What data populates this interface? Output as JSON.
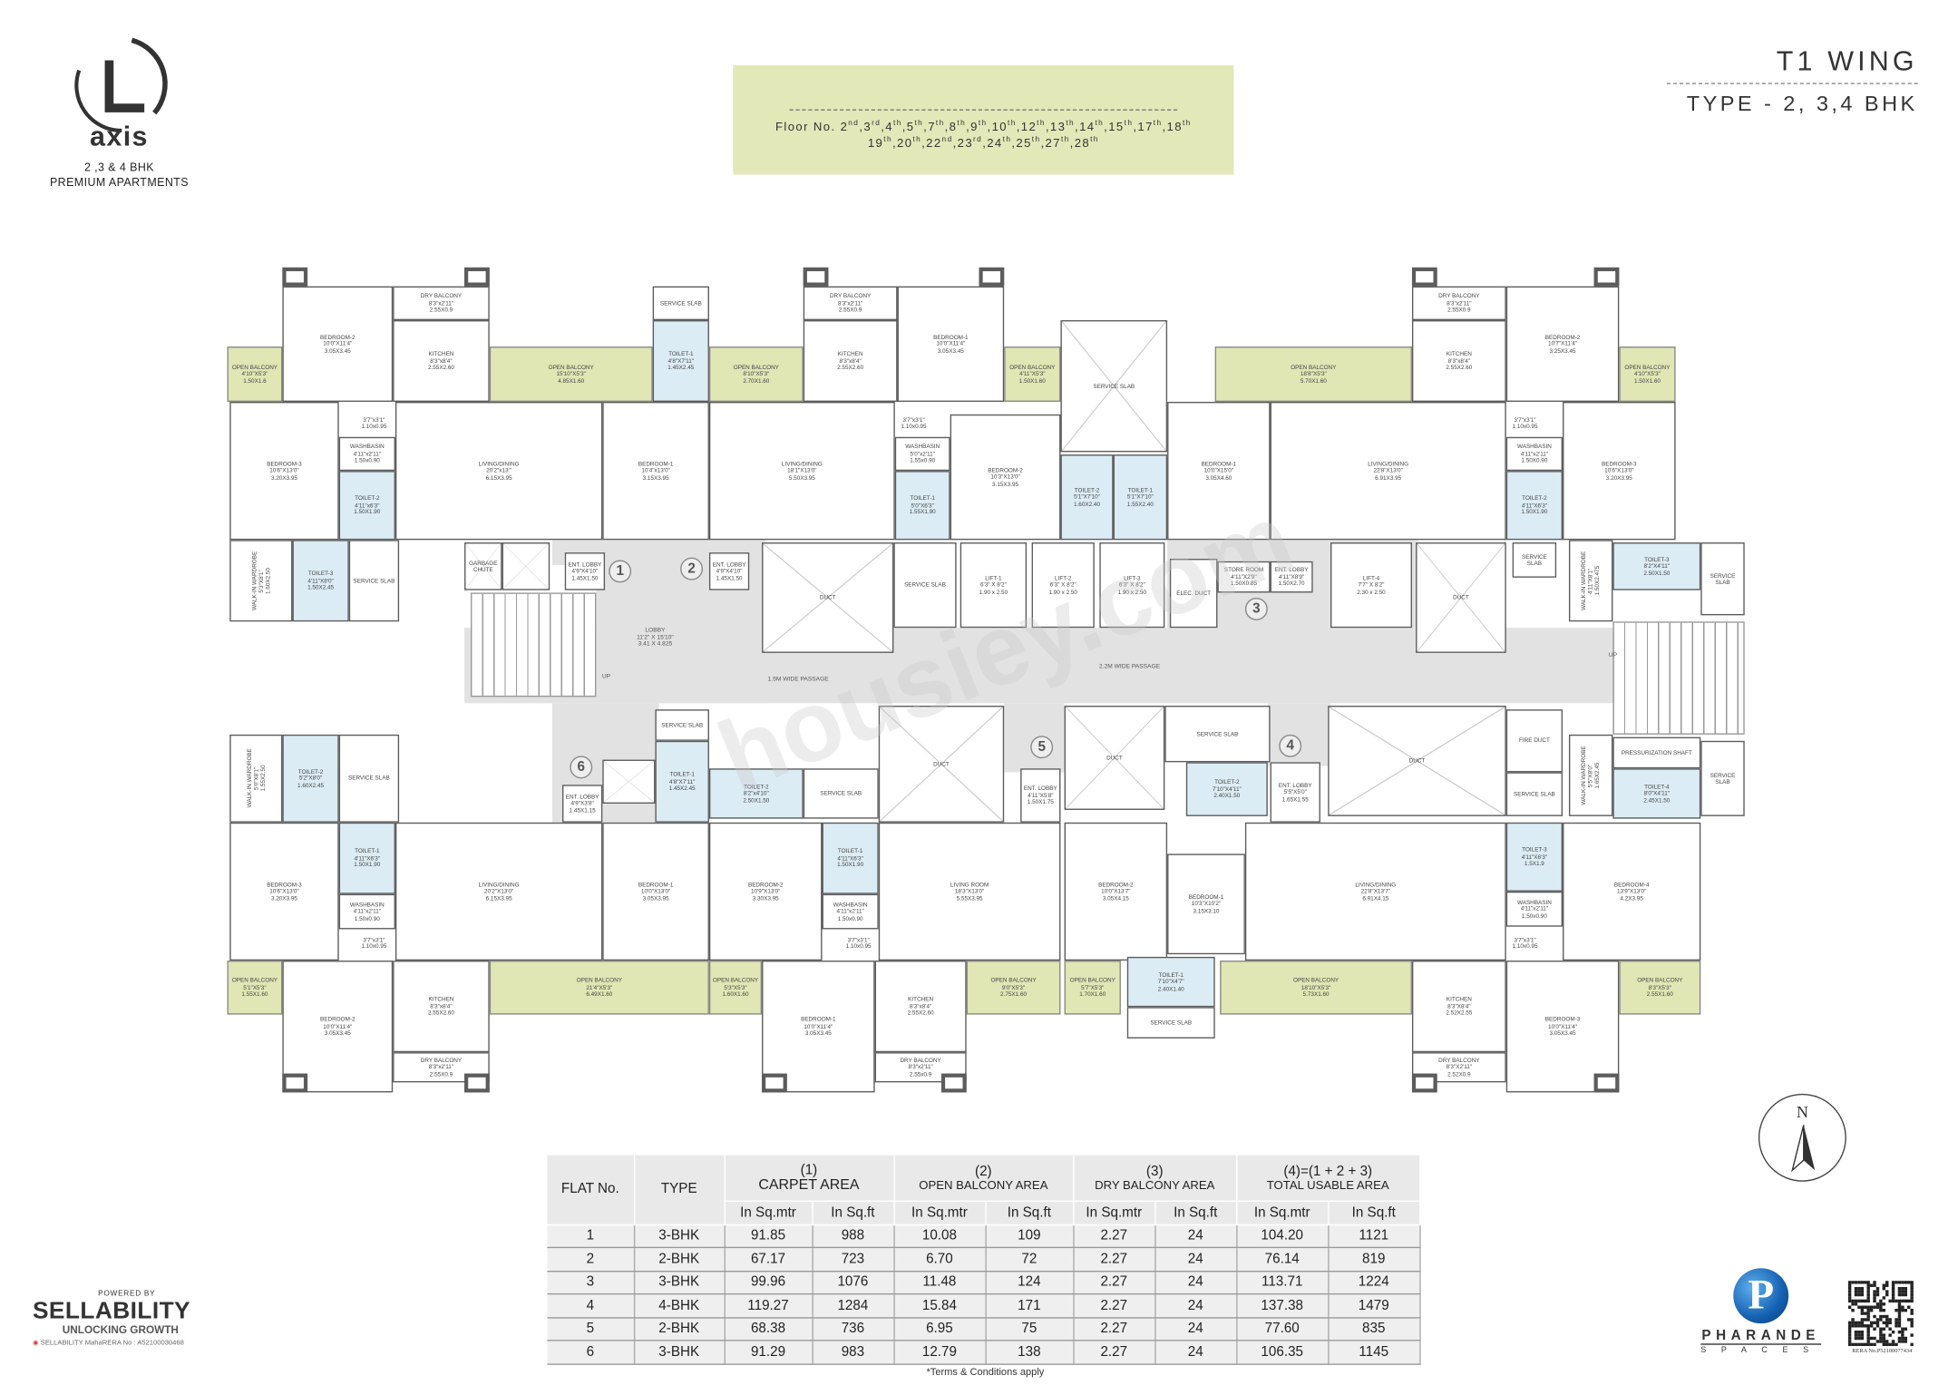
{
  "brand": {
    "logo_letter": "L",
    "logo_word": "axis",
    "tagline_1": "2 ,3 & 4 BHK",
    "tagline_2": "PREMIUM APARTMENTS"
  },
  "floors": {
    "prefix": "Floor No.",
    "line1": [
      [
        "2",
        "nd"
      ],
      [
        "3",
        "rd"
      ],
      [
        "4",
        "th"
      ],
      [
        "5",
        "th"
      ],
      [
        "7",
        "th"
      ],
      [
        "8",
        "th"
      ],
      [
        "9",
        "th"
      ],
      [
        "10",
        "th"
      ],
      [
        "12",
        "th"
      ],
      [
        "13",
        "th"
      ],
      [
        "14",
        "th"
      ],
      [
        "15",
        "th"
      ],
      [
        "17",
        "th"
      ],
      [
        "18",
        "th"
      ]
    ],
    "line2": [
      [
        "19",
        "th"
      ],
      [
        "20",
        "th"
      ],
      [
        "22",
        "nd"
      ],
      [
        "23",
        "rd"
      ],
      [
        "24",
        "th"
      ],
      [
        "25",
        "th"
      ],
      [
        "27",
        "th"
      ],
      [
        "28",
        "th"
      ]
    ]
  },
  "wing": {
    "title": "T1 WING",
    "type": "TYPE - 2, 3,4 BHK"
  },
  "colors": {
    "balcony": "#e0e6b4",
    "toilet": "#dcecf5",
    "wall": "#5c5c5c",
    "common_area": "#e2e2e2",
    "header_box": "#e3e8b8"
  },
  "plan": {
    "watermark": "housiey.com",
    "flat_numbers": [
      "1",
      "2",
      "3",
      "4",
      "5",
      "6"
    ],
    "labels": {
      "lobby": [
        "LOBBY",
        "11'2\" X 15'10\"",
        "3.41 X 4.825"
      ],
      "up_left": "UP",
      "up_right": "UP",
      "passage_1": "1.5M WIDE PASSAGE",
      "passage_2": "2.2M WIDE PASSAGE"
    },
    "rooms": [
      {
        "n": "BEDROOM-2",
        "d": [
          "10'0\"X11'4\"",
          "3.05X3.45"
        ],
        "k": "room"
      },
      {
        "n": "DRY BALCONY",
        "d": [
          "8'3\"x2'11\"",
          "2.55X0.9"
        ],
        "k": "room"
      },
      {
        "n": "KITCHEN",
        "d": [
          "8'3\"x8'4\"",
          "2.55X2.60"
        ],
        "k": "room"
      },
      {
        "n": "OPEN BALCONY",
        "d": [
          "4'10\"X5'3\"",
          "1.50X1.6"
        ],
        "k": "bal"
      },
      {
        "n": "OPEN BALCONY",
        "d": [
          "15'10\"X5'3\"",
          "4.85X1.60"
        ],
        "k": "bal"
      },
      {
        "n": "SERVICE SLAB",
        "d": [],
        "k": "room"
      },
      {
        "n": "TOILET-1",
        "d": [
          "4'8\"X7'11\"",
          "1.45X2.45"
        ],
        "k": "toilet"
      },
      {
        "n": "OPEN BALCONY",
        "d": [
          "8'10\"X5'3\"",
          "2.70X1.60"
        ],
        "k": "bal"
      },
      {
        "n": "DRY BALCONY",
        "d": [
          "8'3\"x2'11\"",
          "2.55X0.9"
        ],
        "k": "room"
      },
      {
        "n": "KITCHEN",
        "d": [
          "8'3\"x8'4\"",
          "2.55X2.60"
        ],
        "k": "room"
      },
      {
        "n": "BEDROOM-1",
        "d": [
          "10'0\"X11'4\"",
          "3.05X3.45"
        ],
        "k": "room"
      },
      {
        "n": "OPEN BALCONY",
        "d": [
          "4'11\"X5'3\"",
          "1.50X1.60"
        ],
        "k": "bal"
      },
      {
        "n": "SERVICE SLAB",
        "d": [],
        "k": "shaft"
      },
      {
        "n": "OPEN BALCONY",
        "d": [
          "18'8\"X5'3\"",
          "5.70X1.60"
        ],
        "k": "bal"
      },
      {
        "n": "DRY BALCONY",
        "d": [
          "8'3\"x2'11\"",
          "2.55X0.9"
        ],
        "k": "room"
      },
      {
        "n": "KITCHEN",
        "d": [
          "8'3\"x8'4\"",
          "2.55X2.60"
        ],
        "k": "room"
      },
      {
        "n": "BEDROOM-2",
        "d": [
          "10'7\"X11'4\"",
          "3.25X3.45"
        ],
        "k": "room"
      },
      {
        "n": "OPEN BALCONY",
        "d": [
          "4'10\"X5'3\"",
          "1.50X1.60"
        ],
        "k": "bal"
      },
      {
        "n": "BEDROOM-3",
        "d": [
          "10'6\"X13'0\"",
          "3.20X3.95"
        ],
        "k": "room"
      },
      {
        "n": "WASHBASIN",
        "d": [
          "4'11\"x2'11\"",
          "1.50x0.90"
        ],
        "k": "room"
      },
      {
        "n": "TOILET-2",
        "d": [
          "4'11\"x6'3\"",
          "1.50X1.90"
        ],
        "k": "toilet"
      },
      {
        "n": "LIVING/DINING",
        "d": [
          "20'2\"x13'\"",
          "6.15X3.95"
        ],
        "k": "room"
      },
      {
        "n": "BEDROOM-1",
        "d": [
          "10'4\"x13'0\"",
          "3.15X3.95"
        ],
        "k": "room"
      },
      {
        "n": "LIVING/DINING",
        "d": [
          "18'1\"X13'0\"",
          "5.50X3.95"
        ],
        "k": "room"
      },
      {
        "n": "WASHBASIN",
        "d": [
          "5'0\"x2'11\"",
          "1.55x0.90"
        ],
        "k": "room"
      },
      {
        "n": "TOILET-1",
        "d": [
          "5'0\"X6'3\"",
          "1.55X1.90"
        ],
        "k": "toilet"
      },
      {
        "n": "BEDROOM-2",
        "d": [
          "10'3\"X13'0\"",
          "3.15X3.95"
        ],
        "k": "room"
      },
      {
        "n": "TOILET-2",
        "d": [
          "5'1\"X7'10\"",
          "1.60X2.40"
        ],
        "k": "toilet"
      },
      {
        "n": "TOILET-1",
        "d": [
          "5'1\"X7'10\"",
          "1.55X2.40"
        ],
        "k": "toilet"
      },
      {
        "n": "BEDROOM-1",
        "d": [
          "10'0\"X15'0\"",
          "3.05X4.60"
        ],
        "k": "room"
      },
      {
        "n": "LIVING/DINING",
        "d": [
          "22'8\"X13'0\"",
          "6.91X3.95"
        ],
        "k": "room"
      },
      {
        "n": "WASHBASIN",
        "d": [
          "4'11\"x2'11\"",
          "1.50X0.90"
        ],
        "k": "room"
      },
      {
        "n": "TOILET-2",
        "d": [
          "4'11\"X6'3\"",
          "1.50X1.90"
        ],
        "k": "toilet"
      },
      {
        "n": "BEDROOM-3",
        "d": [
          "10'6\"X13'0\"",
          "3.20X3.95"
        ],
        "k": "room"
      },
      {
        "n": "WALK-IN WARDROBE",
        "d": [
          "5'3\"X8'1\"",
          "1.60X2.50"
        ],
        "k": "vert"
      },
      {
        "n": "TOILET-3",
        "d": [
          "4'11\"X8'0\"",
          "1.50X2.45"
        ],
        "k": "toilet"
      },
      {
        "n": "SERVICE SLAB",
        "d": [],
        "k": "room"
      },
      {
        "n": "GARBAGE CHUTE",
        "d": [],
        "k": "shaft"
      },
      {
        "n": "ENT. LOBBY",
        "d": [
          "4'9\"X4'10\"",
          "1.45X1.50"
        ],
        "k": "room"
      },
      {
        "n": "ENT. LOBBY",
        "d": [
          "4'9\"X4'10\"",
          "1.45X1.50"
        ],
        "k": "room"
      },
      {
        "n": "DUCT",
        "d": [],
        "k": "shaft"
      },
      {
        "n": "SERVICE SLAB",
        "d": [],
        "k": "room"
      },
      {
        "n": "LIFT-1",
        "d": [
          "6'3\" X 8'2\"",
          "1.90 x 2.50"
        ],
        "k": "room"
      },
      {
        "n": "LIFT-2",
        "d": [
          "6'3\" X 8'2\"",
          "1.90 x 2.50"
        ],
        "k": "room"
      },
      {
        "n": "LIFT-3",
        "d": [
          "6'3\" X 8'2\"",
          "1.90 x 2.50"
        ],
        "k": "room"
      },
      {
        "n": "ELEC. DUCT",
        "d": [],
        "k": "room"
      },
      {
        "n": "STORE ROOM",
        "d": [
          "4'11\"X2'9\"",
          "1.50X0.85"
        ],
        "k": "room"
      },
      {
        "n": "ENT. LOBBY",
        "d": [
          "4'11\"X8'9\"",
          "1.50X2.70"
        ],
        "k": "room"
      },
      {
        "n": "LIFT-4",
        "d": [
          "7'7\" X 8'2\"",
          "2.30 x 2.50"
        ],
        "k": "room"
      },
      {
        "n": "DUCT",
        "d": [],
        "k": "shaft"
      },
      {
        "n": "SERVICE SLAB",
        "d": [],
        "k": "room"
      },
      {
        "n": "WALK-IN WARDROBE",
        "d": [
          "4'11\"X8'1\"",
          "1.50X2.475"
        ],
        "k": "vert"
      },
      {
        "n": "TOILET-3",
        "d": [
          "8'2\"X4'11\"",
          "2.50X1.50"
        ],
        "k": "toilet"
      },
      {
        "n": "SERVICE SLAB",
        "d": [],
        "k": "room"
      },
      {
        "n": "WALK-IN WARDROBE",
        "d": [
          "5'0\"X8'1\"",
          "1.55X2.50"
        ],
        "k": "vert"
      },
      {
        "n": "TOILET-2",
        "d": [
          "5'2\"X8'0\"",
          "1.60X2.45"
        ],
        "k": "toilet"
      },
      {
        "n": "SERVICE SLAB",
        "d": [],
        "k": "room"
      },
      {
        "n": "ENT. LOBBY",
        "d": [
          "4'9\"X3'8\"",
          "1.45X1.15"
        ],
        "k": "room"
      },
      {
        "n": "SERVICE SLAB",
        "d": [],
        "k": "room"
      },
      {
        "n": "TOILET-1",
        "d": [
          "4'8\"X7'11\"",
          "1.45X2.45"
        ],
        "k": "toilet"
      },
      {
        "n": "TOILET-2",
        "d": [
          "8'2\"x4'10\"",
          "2.50X1.50"
        ],
        "k": "toilet"
      },
      {
        "n": "SERVICE SLAB",
        "d": [],
        "k": "room"
      },
      {
        "n": "DUCT",
        "d": [],
        "k": "shaft"
      },
      {
        "n": "ENT. LOBBY",
        "d": [
          "4'11\"X5'8\"",
          "1.50X1.75"
        ],
        "k": "room"
      },
      {
        "n": "DUCT",
        "d": [],
        "k": "shaft"
      },
      {
        "n": "SERVICE SLAB",
        "d": [],
        "k": "room"
      },
      {
        "n": "TOILET-2",
        "d": [
          "7'10\"X4'11\"",
          "2.40X1.50"
        ],
        "k": "toilet"
      },
      {
        "n": "ENT. LOBBY",
        "d": [
          "5'5\"X5'0\"",
          "1.65X1.55"
        ],
        "k": "room"
      },
      {
        "n": "DUCT",
        "d": [],
        "k": "shaft"
      },
      {
        "n": "FIRE DUCT",
        "d": [],
        "k": "room"
      },
      {
        "n": "SERVICE SLAB",
        "d": [],
        "k": "room"
      },
      {
        "n": "WALK-IN WARDROBE",
        "d": [
          "5'5\"X8'0\"",
          "1.65X2.45"
        ],
        "k": "vert"
      },
      {
        "n": "PRESSURIZATION SHAFT",
        "d": [],
        "k": "room"
      },
      {
        "n": "TOILET-4",
        "d": [
          "8'0\"X4'11\"",
          "2.45X1.50"
        ],
        "k": "toilet"
      },
      {
        "n": "SERVICE SLAB",
        "d": [],
        "k": "room"
      },
      {
        "n": "BEDROOM-3",
        "d": [
          "10'6\"X13'0\"",
          "3.20X3.95"
        ],
        "k": "room"
      },
      {
        "n": "TOILET-1",
        "d": [
          "4'11\"X6'3\"",
          "1.50X1.90"
        ],
        "k": "toilet"
      },
      {
        "n": "WASHBASIN",
        "d": [
          "4'11\"x2'11\"",
          "1.50x0.90"
        ],
        "k": "room"
      },
      {
        "n": "LIVING/DINING",
        "d": [
          "20'2\"X13'0\"",
          "6.15X3.95"
        ],
        "k": "room"
      },
      {
        "n": "BEDROOM-1",
        "d": [
          "10'0\"X13'0\"",
          "3.05X3.95"
        ],
        "k": "room"
      },
      {
        "n": "BEDROOM-2",
        "d": [
          "10'9\"X13'0\"",
          "3.30X3.95"
        ],
        "k": "room"
      },
      {
        "n": "TOILET-1",
        "d": [
          "4'11\"X6'3\"",
          "1.50X1.90"
        ],
        "k": "toilet"
      },
      {
        "n": "WASHBASIN",
        "d": [
          "4'11\"x2'11\"",
          "1.50x0.90"
        ],
        "k": "room"
      },
      {
        "n": "LIVING ROOM",
        "d": [
          "18'3\"X13'0\"",
          "5.55X3.95"
        ],
        "k": "room"
      },
      {
        "n": "BEDROOM-2",
        "d": [
          "10'0\"X13'7\"",
          "3.05X4.15"
        ],
        "k": "room"
      },
      {
        "n": "BEDROOM-1",
        "d": [
          "10'3\"X10'2\"",
          "3.15X3.10"
        ],
        "k": "room"
      },
      {
        "n": "LIVING/DINING",
        "d": [
          "22'8\"X13'7\"",
          "6.91X4.15"
        ],
        "k": "room"
      },
      {
        "n": "TOILET-3",
        "d": [
          "4'11\"X6'3\"",
          "1.5X1.9"
        ],
        "k": "toilet"
      },
      {
        "n": "WASHBASIN",
        "d": [
          "4'11\"x2'11\"",
          "1.50x0.90"
        ],
        "k": "room"
      },
      {
        "n": "BEDROOM-4",
        "d": [
          "13'9\"X13'0\"",
          "4.2X3.95"
        ],
        "k": "room"
      },
      {
        "n": "OPEN BALCONY",
        "d": [
          "5'1\"X5'3\"",
          "1.55X1.60"
        ],
        "k": "bal"
      },
      {
        "n": "BEDROOM-2",
        "d": [
          "10'0\"X11'4\"",
          "3.05X3.45"
        ],
        "k": "room"
      },
      {
        "n": "KITCHEN",
        "d": [
          "8'3\"x8'4\"",
          "2.55X2.60"
        ],
        "k": "room"
      },
      {
        "n": "DRY BALCONY",
        "d": [
          "8'3\"x2'11\"",
          "2.55X0.9"
        ],
        "k": "room"
      },
      {
        "n": "OPEN BALCONY",
        "d": [
          "21'4\"X5'3\"",
          "6.49X1.60"
        ],
        "k": "bal"
      },
      {
        "n": "OPEN BALCONY",
        "d": [
          "5'3\"X5'3\"",
          "1.60X1.60"
        ],
        "k": "bal"
      },
      {
        "n": "BEDROOM-1",
        "d": [
          "10'0\"X11'4\"",
          "3.05X3.45"
        ],
        "k": "room"
      },
      {
        "n": "KITCHEN",
        "d": [
          "8'3\"x8'4\"",
          "2.55X2.60"
        ],
        "k": "room"
      },
      {
        "n": "DRY BALCONY",
        "d": [
          "8'3\"x2'11\"",
          "2.55x0.9"
        ],
        "k": "room"
      },
      {
        "n": "OPEN BALCONY",
        "d": [
          "9'0\"X5'3\"",
          "2.75X1.60"
        ],
        "k": "bal"
      },
      {
        "n": "OPEN BALCONY",
        "d": [
          "5'7\"X5'3\"",
          "1.70X1.60"
        ],
        "k": "bal"
      },
      {
        "n": "TOILET-1",
        "d": [
          "7'10\"X4'7\"",
          "2.40X1.40"
        ],
        "k": "toilet"
      },
      {
        "n": "SERVICE SLAB",
        "d": [],
        "k": "room"
      },
      {
        "n": "OPEN BALCONY",
        "d": [
          "18'10\"X5'3\"",
          "5.73X1.60"
        ],
        "k": "bal"
      },
      {
        "n": "KITCHEN",
        "d": [
          "8'3\"X8'4\"",
          "2.52X2.55"
        ],
        "k": "room"
      },
      {
        "n": "DRY BALCONY",
        "d": [
          "8'3\"X2'11\"",
          "2.52X0.9"
        ],
        "k": "room"
      },
      {
        "n": "BEDROOM-3",
        "d": [
          "10'0\"X11'4\"",
          "3.05X3.45"
        ],
        "k": "room"
      },
      {
        "n": "OPEN BALCONY",
        "d": [
          "8'3\"X5'3\"",
          "2.55X1.60"
        ],
        "k": "bal"
      },
      {
        "n": "3'7\"x3'1\"",
        "d": [
          "1.10x0.95"
        ],
        "k": "note"
      },
      {
        "n": "3'7\"x3'1\"",
        "d": [
          "1.10x0.95"
        ],
        "k": "note"
      },
      {
        "n": "3'7\"x3'1\"",
        "d": [
          "1.10x0.95"
        ],
        "k": "note"
      },
      {
        "n": "3'7\"x3'1\"",
        "d": [
          "1.10x0.95"
        ],
        "k": "note"
      },
      {
        "n": "3'7\"x3'1\"",
        "d": [
          "1.10x0.95"
        ],
        "k": "note"
      },
      {
        "n": "3'7\"x3'1\"",
        "d": [
          "1.10x0.95"
        ],
        "k": "note"
      }
    ]
  },
  "compass": {
    "label": "N"
  },
  "area_table": {
    "col_flat": "FLAT No.",
    "col_type": "TYPE",
    "groups": [
      {
        "num": "(1)",
        "label": "CARPET AREA"
      },
      {
        "num": "(2)",
        "label": "OPEN BALCONY AREA"
      },
      {
        "num": "(3)",
        "label": "DRY  BALCONY AREA"
      },
      {
        "num": "(4)=(1 + 2 + 3)",
        "label": "TOTAL USABLE AREA"
      }
    ],
    "units": [
      "In Sq.mtr",
      "In Sq.ft",
      "In Sq.mtr",
      "In Sq.ft",
      "In Sq.mtr",
      "In Sq.ft",
      "In Sq.mtr",
      "In Sq.ft"
    ],
    "rows": [
      [
        "1",
        "3-BHK",
        "91.85",
        "988",
        "10.08",
        "109",
        "2.27",
        "24",
        "104.20",
        "1121"
      ],
      [
        "2",
        "2-BHK",
        "67.17",
        "723",
        "6.70",
        "72",
        "2.27",
        "24",
        "76.14",
        "819"
      ],
      [
        "3",
        "3-BHK",
        "99.96",
        "1076",
        "11.48",
        "124",
        "2.27",
        "24",
        "113.71",
        "1224"
      ],
      [
        "4",
        "4-BHK",
        "119.27",
        "1284",
        "15.84",
        "171",
        "2.27",
        "24",
        "137.38",
        "1479"
      ],
      [
        "5",
        "2-BHK",
        "68.38",
        "736",
        "6.95",
        "75",
        "2.27",
        "24",
        "77.60",
        "835"
      ],
      [
        "6",
        "3-BHK",
        "91.29",
        "983",
        "12.79",
        "138",
        "2.27",
        "24",
        "106.35",
        "1145"
      ]
    ],
    "footnote": "*Terms & Conditions apply"
  },
  "footer": {
    "powered_by": "POWERED BY",
    "sellability": "SELLABILITY",
    "sellability_tag": "UNLOCKING GROWTH",
    "sellability_rera": "SELLABILITY MahaRERA No : A52100030468",
    "developer_mark": "P",
    "developer": "PHARANDE",
    "developer_sub": "SPACES",
    "project_rera": "RERA No.P52100077434"
  }
}
